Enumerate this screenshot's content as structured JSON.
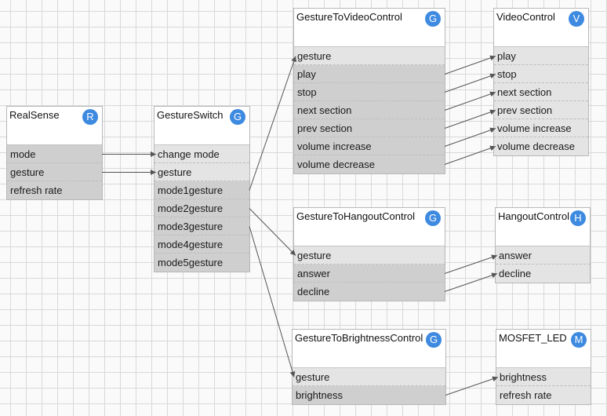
{
  "colors": {
    "badge": "#3d8ae0",
    "input_port": "#e4e4e4",
    "output_port": "#cfcfcf",
    "wire": "#555555"
  },
  "nodes": {
    "realsense": {
      "title": "RealSense",
      "badge": "R",
      "inputs": [],
      "outputs": [
        "mode",
        "gesture",
        "refresh rate"
      ]
    },
    "gestureswitch": {
      "title": "GestureSwitch",
      "badge": "G",
      "inputs": [
        "change mode",
        "gesture"
      ],
      "outputs": [
        "mode1gesture",
        "mode2gesture",
        "mode3gesture",
        "mode4gesture",
        "mode5gesture"
      ]
    },
    "gesturetovideo": {
      "title": "GestureToVideoControl",
      "badge": "G",
      "inputs": [
        "gesture"
      ],
      "outputs": [
        "play",
        "stop",
        "next section",
        "prev section",
        "volume increase",
        "volume decrease"
      ]
    },
    "videocontrol": {
      "title": "VideoControl",
      "badge": "V",
      "inputs": [
        "play",
        "stop",
        "next section",
        "prev section",
        "volume increase",
        "volume decrease"
      ],
      "outputs": []
    },
    "gesturetohangout": {
      "title": "GestureToHangoutControl",
      "badge": "G",
      "inputs": [
        "gesture"
      ],
      "outputs": [
        "answer",
        "decline"
      ]
    },
    "hangoutcontrol": {
      "title": "HangoutControl",
      "badge": "H",
      "inputs": [
        "answer",
        "decline"
      ],
      "outputs": []
    },
    "gesturetobrightness": {
      "title": "GestureToBrightnessControl",
      "badge": "G",
      "inputs": [
        "gesture"
      ],
      "outputs": [
        "brightness"
      ]
    },
    "mosfet": {
      "title": "MOSFET_LED",
      "badge": "M",
      "inputs": [
        "brightness",
        "refresh rate"
      ],
      "outputs": []
    }
  },
  "connections": [
    {
      "from": "realsense",
      "out": 0,
      "to": "gestureswitch",
      "in": 0
    },
    {
      "from": "realsense",
      "out": 1,
      "to": "gestureswitch",
      "in": 1
    },
    {
      "from": "gestureswitch",
      "out": 0,
      "to": "gesturetovideo",
      "in": 0
    },
    {
      "from": "gestureswitch",
      "out": 1,
      "to": "gesturetohangout",
      "in": 0
    },
    {
      "from": "gestureswitch",
      "out": 2,
      "to": "gesturetobrightness",
      "in": 0
    },
    {
      "from": "gesturetovideo",
      "out": 0,
      "to": "videocontrol",
      "in": 0
    },
    {
      "from": "gesturetovideo",
      "out": 1,
      "to": "videocontrol",
      "in": 1
    },
    {
      "from": "gesturetovideo",
      "out": 2,
      "to": "videocontrol",
      "in": 2
    },
    {
      "from": "gesturetovideo",
      "out": 3,
      "to": "videocontrol",
      "in": 3
    },
    {
      "from": "gesturetovideo",
      "out": 4,
      "to": "videocontrol",
      "in": 4
    },
    {
      "from": "gesturetovideo",
      "out": 5,
      "to": "videocontrol",
      "in": 5
    },
    {
      "from": "gesturetohangout",
      "out": 0,
      "to": "hangoutcontrol",
      "in": 0
    },
    {
      "from": "gesturetohangout",
      "out": 1,
      "to": "hangoutcontrol",
      "in": 1
    },
    {
      "from": "gesturetobrightness",
      "out": 0,
      "to": "mosfet",
      "in": 0
    }
  ]
}
